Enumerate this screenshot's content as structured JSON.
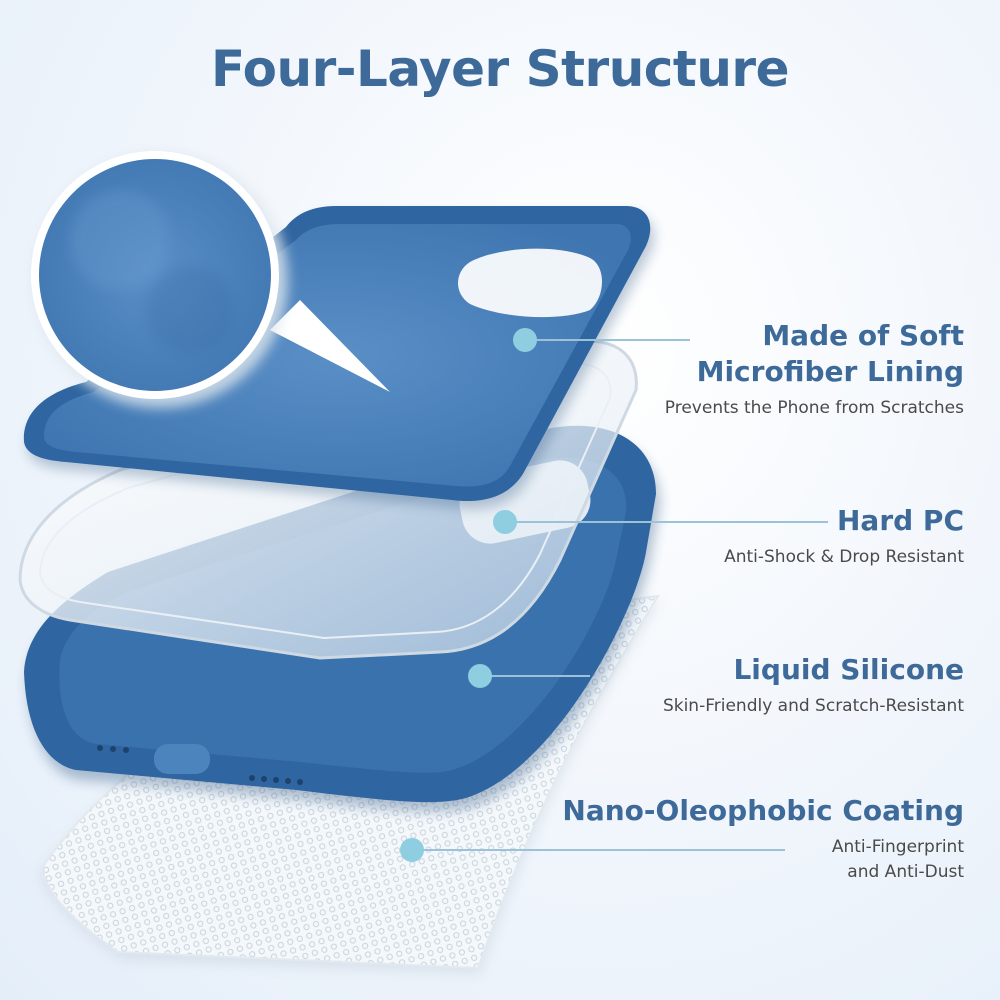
{
  "title": "Four-Layer Structure",
  "features": [
    {
      "heading": "Made of Soft\nMicrofiber Lining",
      "sub": "Prevents the Phone from Scratches"
    },
    {
      "heading": "Hard PC",
      "sub": "Anti-Shock & Drop Resistant"
    },
    {
      "heading": "Liquid Silicone",
      "sub": "Skin-Friendly and Scratch-Resistant"
    },
    {
      "heading": "Nano-Oleophobic Coating",
      "sub": "Anti-Fingerprint\nand Anti-Dust"
    }
  ],
  "colors": {
    "title": "#3e6a9a",
    "case_blue": "#2f65a0",
    "lining_blue": "#4e82bb",
    "marker": "#8fcde0",
    "leader_line": "#9bc2d6"
  },
  "icons": {
    "zoom": "magnify-circle",
    "marker": "dot-marker"
  }
}
